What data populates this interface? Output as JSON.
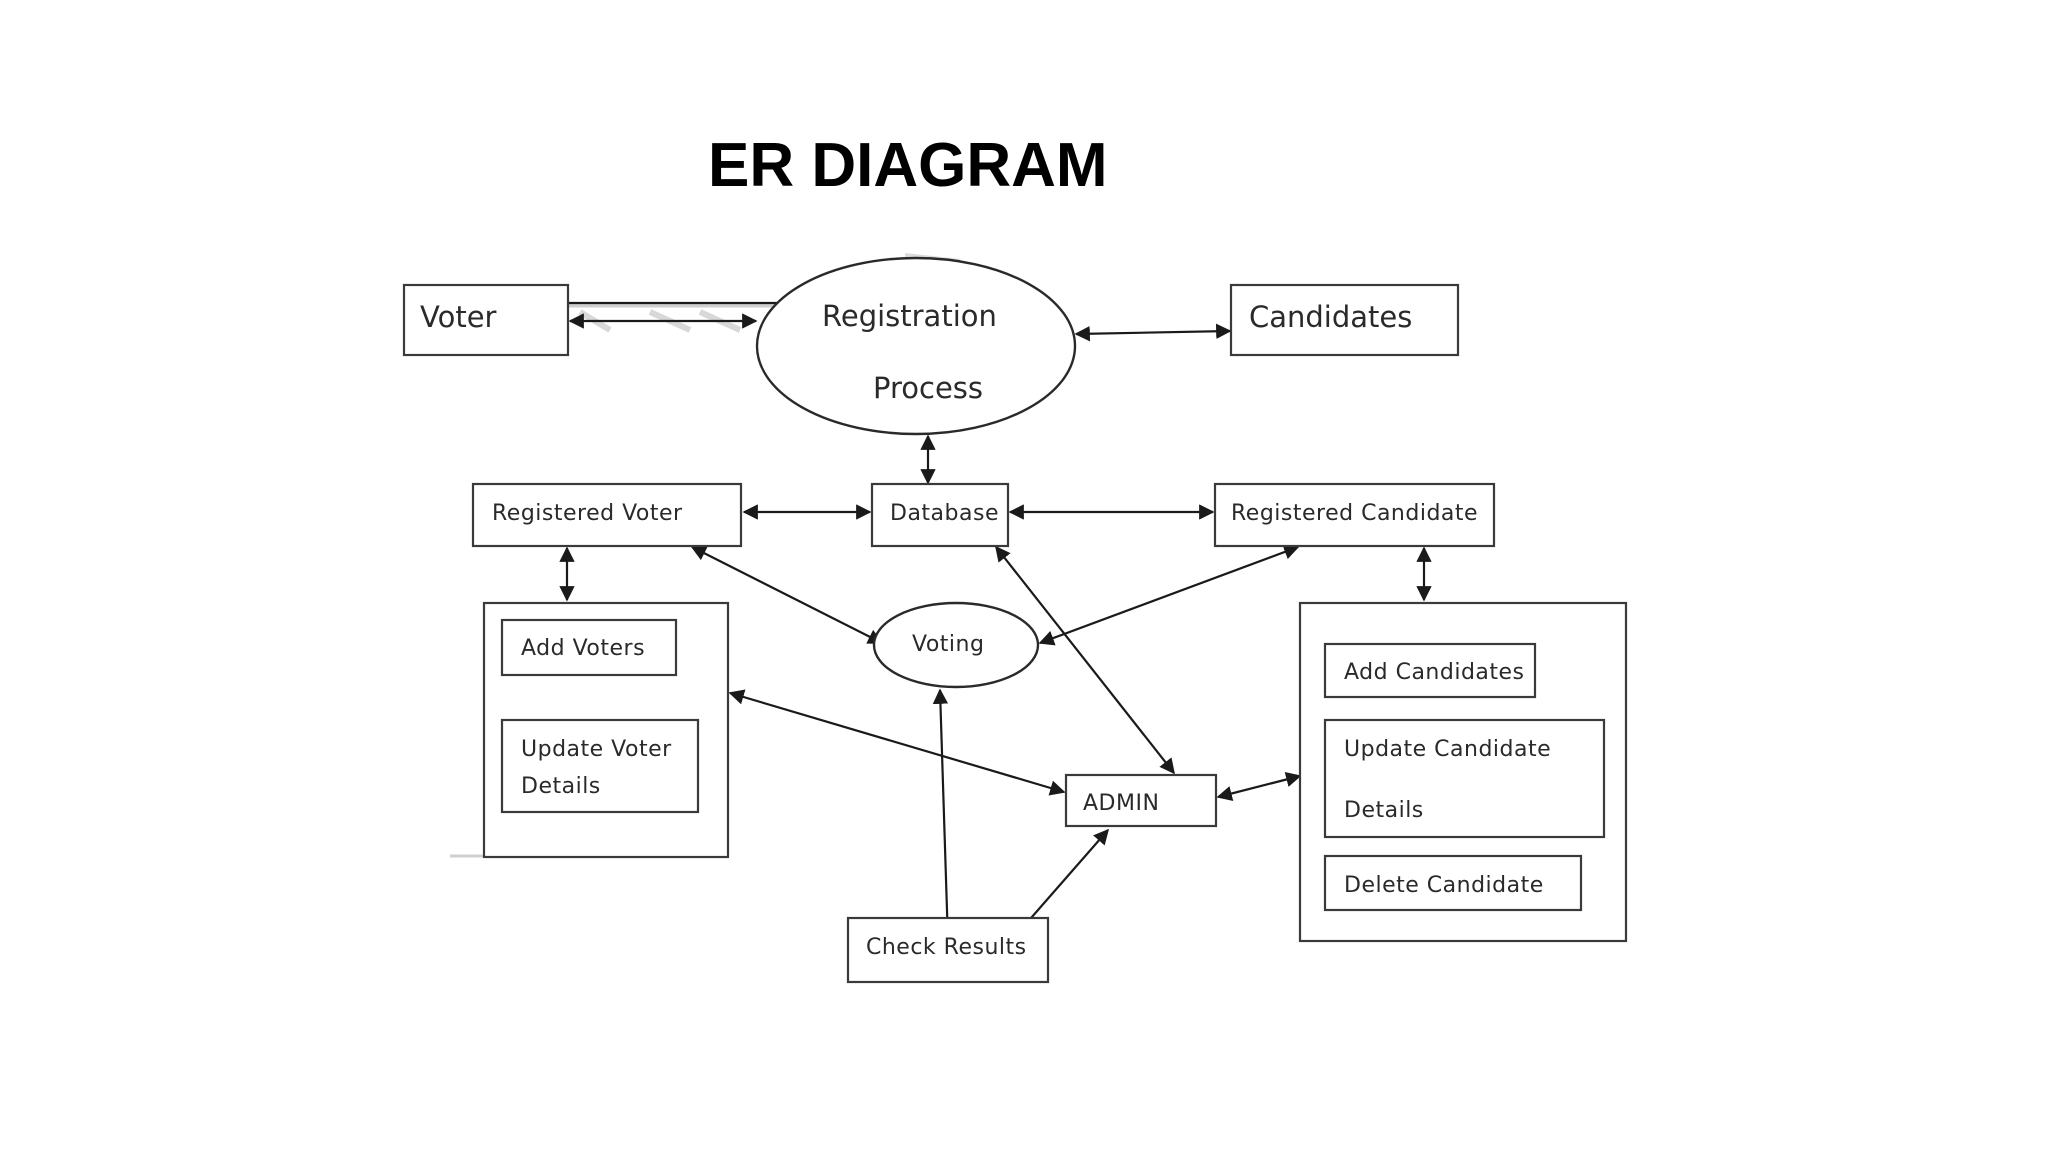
{
  "title": "ER DIAGRAM",
  "nodes": {
    "voter": "Voter",
    "registration_line1": "Registration",
    "registration_line2": "Process",
    "candidates": "Candidates",
    "registered_voter": "Registered Voter",
    "database": "Database",
    "registered_candidate": "Registered Candidate",
    "voting": "Voting",
    "add_voters": "Add Voters",
    "update_voter_line1": "Update Voter",
    "update_voter_line2": "Details",
    "admin": "ADMIN",
    "add_candidates": "Add Candidates",
    "update_candidate_line1": "Update Candidate",
    "update_candidate_line2": "Details",
    "delete_candidate": "Delete Candidate",
    "check_results": "Check Results"
  }
}
